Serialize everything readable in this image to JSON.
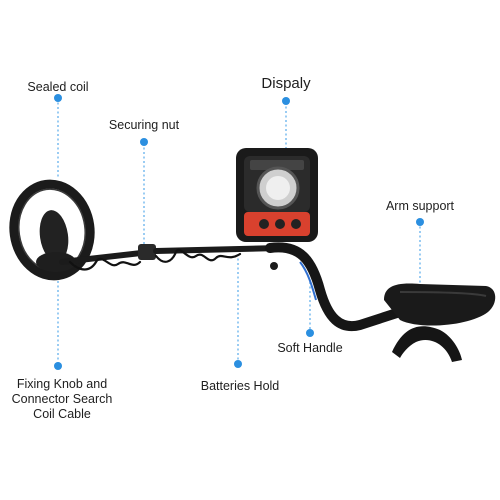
{
  "callouts": {
    "sealed_coil": "Sealed coil",
    "securing_nut": "Securing nut",
    "display": "Dispaly",
    "arm_support": "Arm support",
    "soft_handle": "Soft Handle",
    "batteries_hold": "Batteries Hold",
    "fixing_knob": "Fixing Knob and\nConnector Search\nCoil Cable"
  },
  "colors": {
    "callout_dot": "#2b8fe0",
    "callout_line": "#6fb6ee",
    "device_body": "#1a1a1a",
    "panel_accent": "#d9412e",
    "handle_accent": "#2f6fd0"
  },
  "icons": {
    "display_speaker": "speaker-grille-icon"
  }
}
